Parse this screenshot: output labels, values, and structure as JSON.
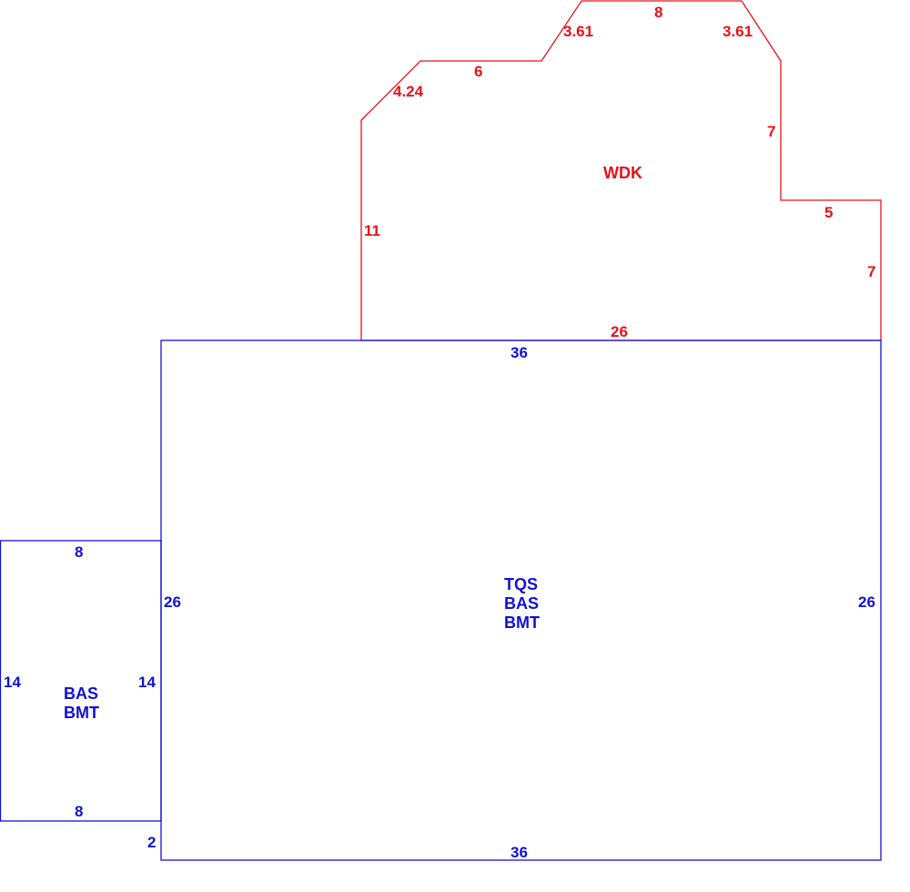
{
  "colors": {
    "deck": "#e8101a",
    "building": "#1010d8"
  },
  "wdk": {
    "label": "WDK",
    "dims": {
      "left": "11",
      "diag_left": "4.24",
      "top_left": "6",
      "diag_mid": "3.61",
      "top": "8",
      "diag_right": "3.61",
      "right_upper": "7",
      "step": "5",
      "right_lower": "7",
      "bottom": "26"
    }
  },
  "main": {
    "labels": [
      "TQS",
      "BAS",
      "BMT"
    ],
    "dims": {
      "top": "36",
      "bottom": "36",
      "left": "26",
      "right": "26",
      "offset": "2"
    }
  },
  "annex": {
    "labels": [
      "BAS",
      "BMT"
    ],
    "dims": {
      "top": "8",
      "bottom": "8",
      "left": "14",
      "right": "14"
    }
  }
}
